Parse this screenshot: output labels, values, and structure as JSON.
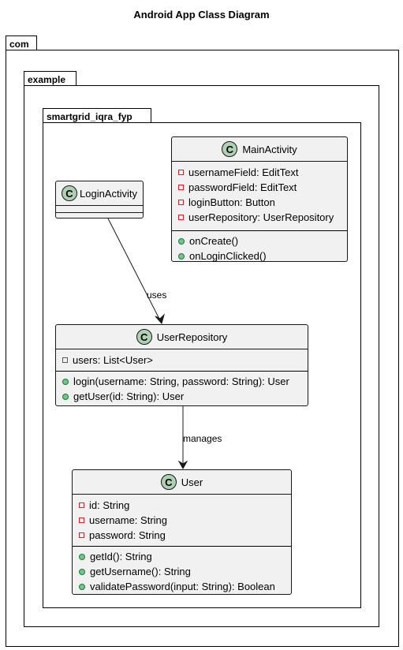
{
  "title": "Android App Class Diagram",
  "packages": {
    "com": "com",
    "example": "example",
    "smartgrid": "smartgrid_iqra_fyp"
  },
  "classes": {
    "main_activity": {
      "name": "MainActivity",
      "badge": "C",
      "fields": [
        "usernameField: EditText",
        "passwordField: EditText",
        "loginButton: Button",
        "userRepository: UserRepository"
      ],
      "methods": [
        "onCreate()",
        "onLoginClicked()"
      ]
    },
    "login_activity": {
      "name": "LoginActivity",
      "badge": "C"
    },
    "user_repository": {
      "name": "UserRepository",
      "badge": "C",
      "fields": [
        "users: List<User>"
      ],
      "methods": [
        "login(username: String, password: String): User",
        "getUser(id: String): User"
      ]
    },
    "user": {
      "name": "User",
      "badge": "C",
      "fields": [
        "id: String",
        "username: String",
        "password: String"
      ],
      "methods": [
        "getId(): String",
        "getUsername(): String",
        "validatePassword(input: String): Boolean"
      ]
    }
  },
  "relations": {
    "uses": "uses",
    "manages": "manages"
  },
  "colors": {
    "class_fill": "#f1f1f1",
    "badge_fill": "#add1b2",
    "private_marker": "#c82930",
    "public_marker": "#84be84"
  }
}
